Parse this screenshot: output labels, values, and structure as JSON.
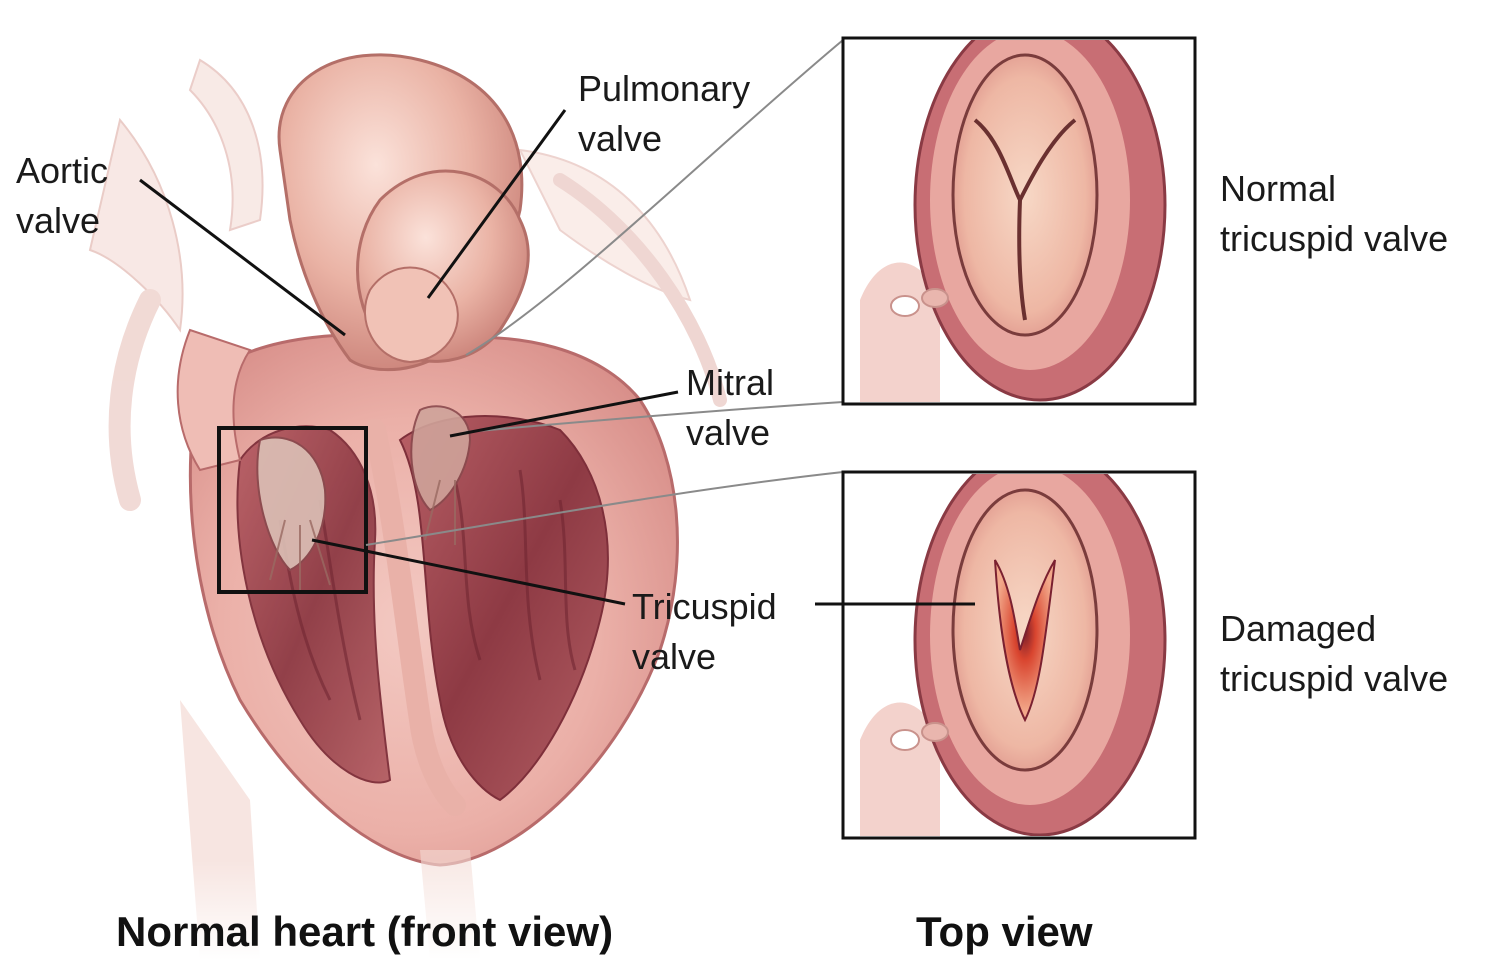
{
  "labels": {
    "aortic": [
      "Aortic",
      "valve"
    ],
    "pulmonary": [
      "Pulmonary",
      "valve"
    ],
    "mitral": [
      "Mitral",
      "valve"
    ],
    "tricuspid": [
      "Tricuspid",
      "valve"
    ],
    "normal_tricuspid": [
      "Normal",
      "tricuspid valve"
    ],
    "damaged_tricuspid": [
      "Damaged",
      "tricuspid valve"
    ]
  },
  "captions": {
    "front": "Normal heart (front view)",
    "top": "Top view"
  },
  "colors": {
    "tissue_light": "#f6d9d3",
    "tissue_mid": "#e9a9a0",
    "tissue_dark": "#a9545a",
    "vessel": "#f0c6bd",
    "valve_leaflet": "#f3c9ae",
    "damaged_core": "#e0503a",
    "line": "#111111"
  }
}
